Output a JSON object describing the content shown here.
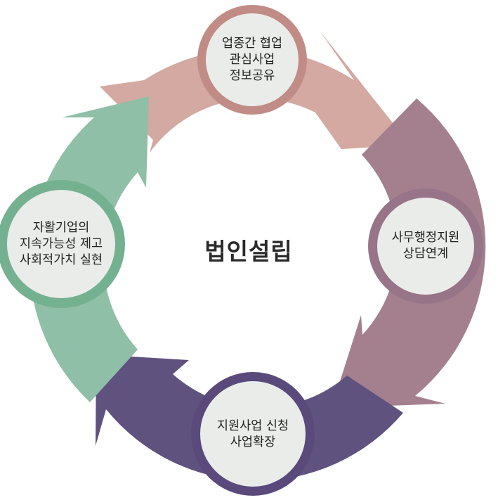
{
  "center_title": "법인설립",
  "nodes": [
    {
      "id": "top",
      "lines": [
        "업종간 협업",
        "관심사업",
        "정보공유"
      ]
    },
    {
      "id": "right",
      "lines": [
        "사무행정지원",
        "상담연계"
      ]
    },
    {
      "id": "bottom",
      "lines": [
        "지원사업 신청",
        "사업확장"
      ]
    },
    {
      "id": "left",
      "lines": [
        "자활기업의",
        "지속가능성 제고",
        "사회적가치 실현"
      ]
    }
  ],
  "colors": {
    "segment_top": "#D3A9A1",
    "ring_top": "#C08C85",
    "segment_right": "#A4808F",
    "ring_right": "#977487",
    "segment_bottom": "#5F527F",
    "ring_bottom": "#5A4A7C",
    "segment_left": "#8FBFA6",
    "ring_left": "#74B191",
    "circle_fill": "#EAECEA"
  }
}
